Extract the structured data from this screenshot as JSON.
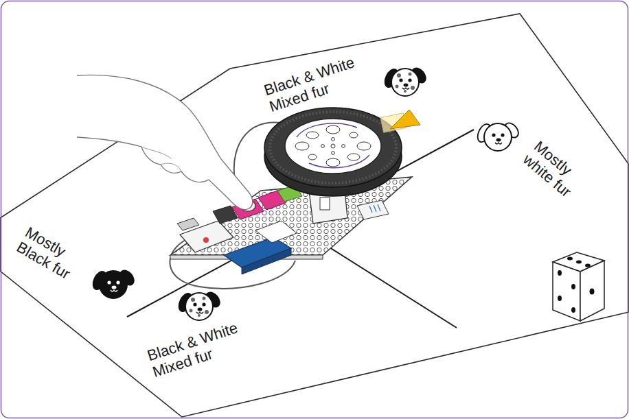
{
  "diagram": {
    "labels": [
      "Black & White Mixed fur",
      "Mostly white fur",
      "Mostly Black fur",
      "Black & White Mixed fur"
    ]
  }
}
